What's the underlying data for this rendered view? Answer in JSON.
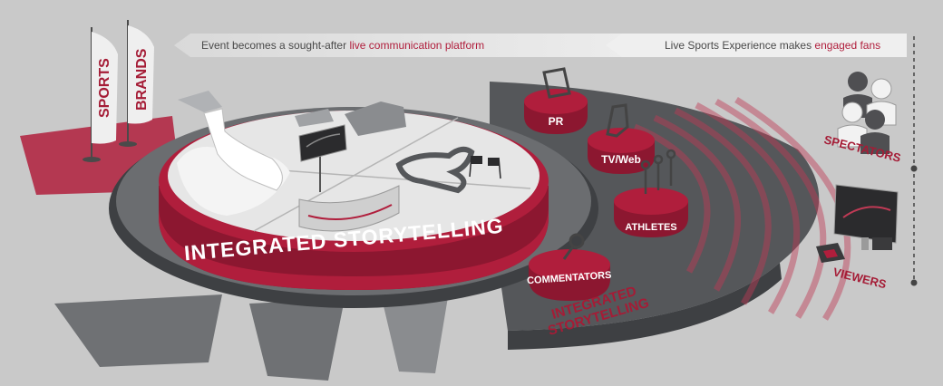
{
  "arrows": {
    "left_prefix": "Event becomes a sought-after ",
    "left_highlight": "live communication platform",
    "right_prefix": "Live Sports Experience makes ",
    "right_highlight": "engaged fans"
  },
  "flags": {
    "sports": "SPORTS",
    "brands": "BRANDS"
  },
  "main_title": "INTEGRATED STORYTELLING",
  "secondary_title_line1": "INTEGRATED",
  "secondary_title_line2": "STORYTELLING",
  "pods": {
    "pr": "PR",
    "tvweb": "TV/Web",
    "athletes": "ATHLETES",
    "commentators": "COMMENTATORS"
  },
  "audience": {
    "spectators": "SPECTATORS",
    "viewers": "VIEWERS"
  },
  "colors": {
    "background": "#c9c9c9",
    "brand_red": "#b01e3c",
    "dark_red": "#8c1730",
    "platform_dark": "#55575a",
    "platform_mid": "#6b6d70",
    "platform_light": "#e6e6e6"
  }
}
